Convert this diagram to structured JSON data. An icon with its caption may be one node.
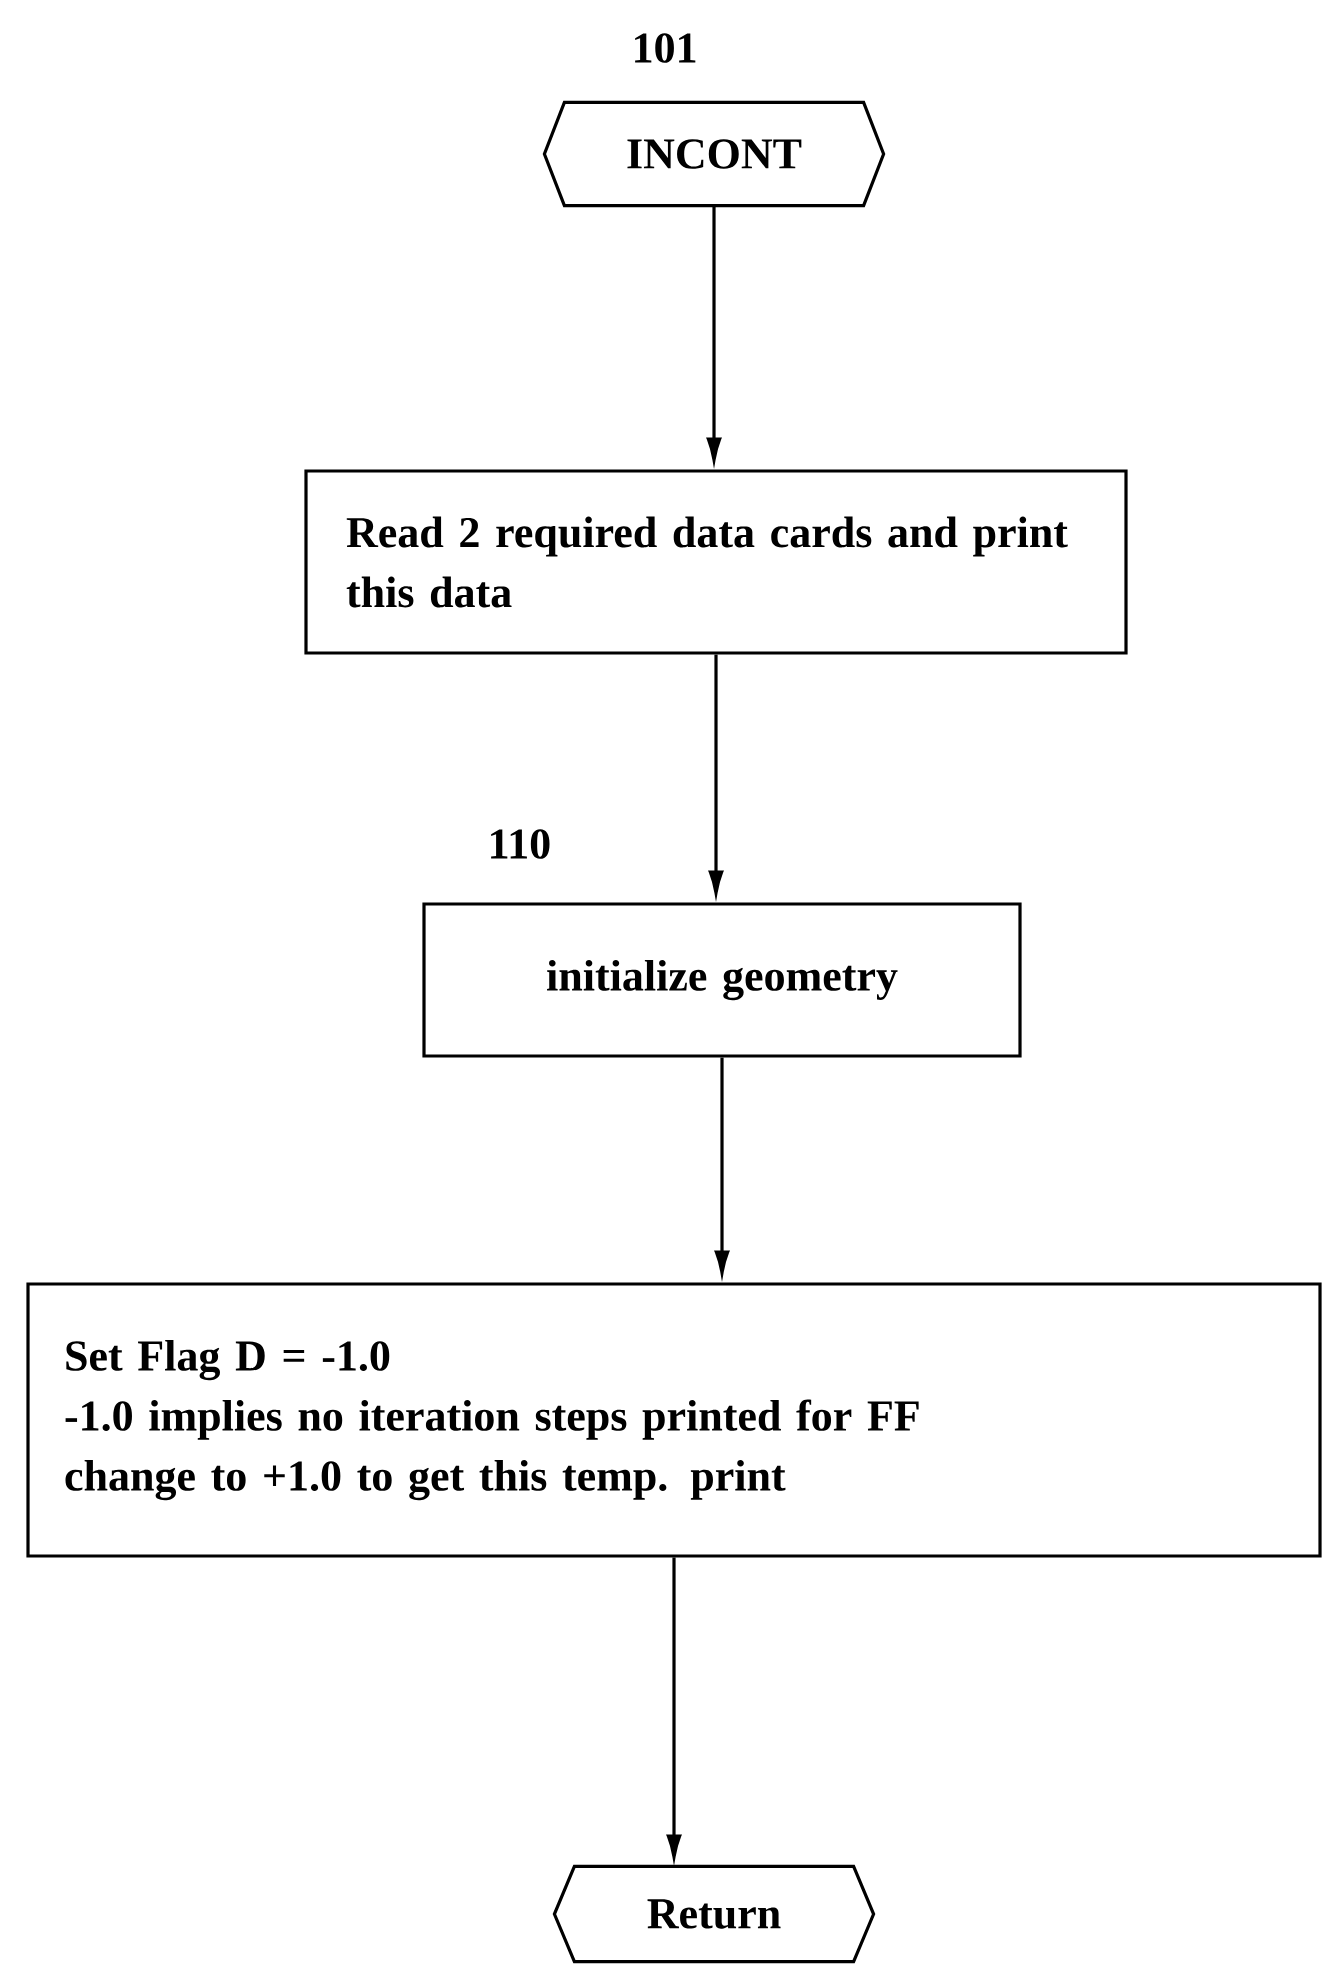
{
  "diagram": {
    "nodes": [
      {
        "text": [
          "101",
          "INCONT"
        ]
      },
      {
        "text": [
          "Read 2 required data cards and print this data"
        ]
      },
      {
        "text": [
          "110",
          "initialize geometry"
        ]
      },
      {
        "text": [
          "Set Flag D = -1.0",
          "-1.0 implies no iteration steps printed for FF",
          "change to +1.0 to get this temp. print"
        ]
      },
      {
        "text": [
          "Return"
        ]
      }
    ],
    "edges": [
      {
        "from": 0,
        "to": 1,
        "arrow": "to"
      },
      {
        "from": 1,
        "to": 2,
        "arrow": "to"
      },
      {
        "from": 2,
        "to": 3,
        "arrow": "to"
      },
      {
        "from": 3,
        "to": 4,
        "arrow": "to"
      }
    ]
  }
}
